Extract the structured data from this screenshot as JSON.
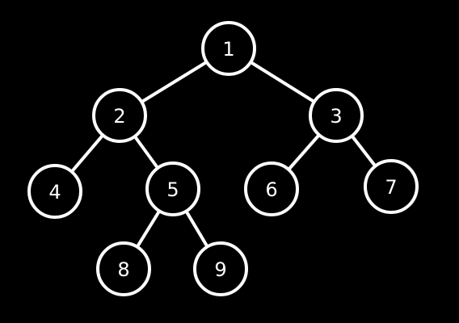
{
  "diagram": {
    "type": "binary-tree",
    "nodes": [
      {
        "id": "n1",
        "label": "1"
      },
      {
        "id": "n2",
        "label": "2"
      },
      {
        "id": "n3",
        "label": "3"
      },
      {
        "id": "n4",
        "label": "4"
      },
      {
        "id": "n5",
        "label": "5"
      },
      {
        "id": "n6",
        "label": "6"
      },
      {
        "id": "n7",
        "label": "7"
      },
      {
        "id": "n8",
        "label": "8"
      },
      {
        "id": "n9",
        "label": "9"
      }
    ],
    "edges": [
      {
        "from": "n1",
        "to": "n2"
      },
      {
        "from": "n1",
        "to": "n3"
      },
      {
        "from": "n2",
        "to": "n4"
      },
      {
        "from": "n2",
        "to": "n5"
      },
      {
        "from": "n3",
        "to": "n6"
      },
      {
        "from": "n3",
        "to": "n7"
      },
      {
        "from": "n5",
        "to": "n8"
      },
      {
        "from": "n5",
        "to": "n9"
      }
    ],
    "colors": {
      "background": "#000000",
      "stroke": "#ffffff",
      "text": "#ffffff"
    }
  }
}
